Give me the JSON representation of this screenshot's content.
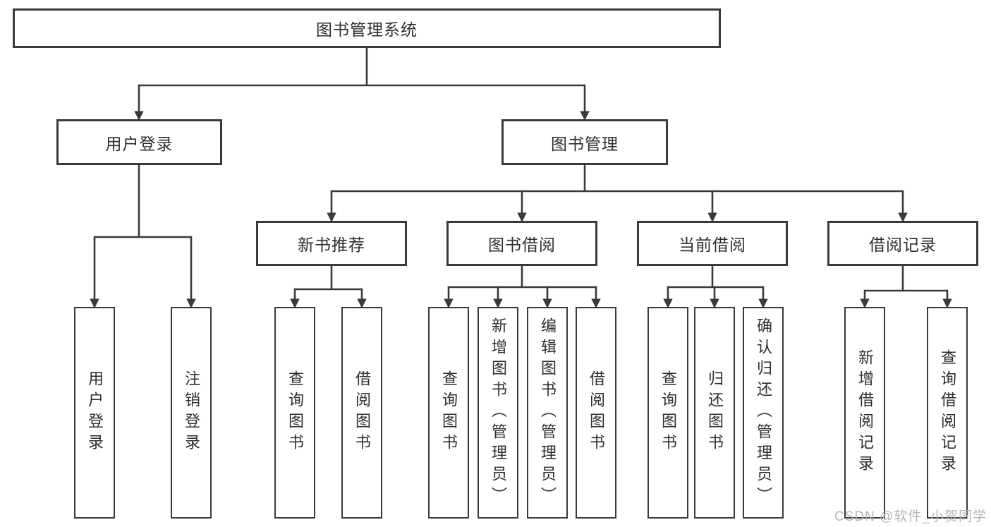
{
  "tree": {
    "label": "图书管理系统",
    "children": [
      {
        "label": "用户登录",
        "children": [
          {
            "label": "用户登录"
          },
          {
            "label": "注销登录"
          }
        ]
      },
      {
        "label": "图书管理",
        "children": [
          {
            "label": "新书推荐",
            "children": [
              {
                "label": "查询图书"
              },
              {
                "label": "借阅图书"
              }
            ]
          },
          {
            "label": "图书借阅",
            "children": [
              {
                "label": "查询图书"
              },
              {
                "label": "新增图书（管理员）"
              },
              {
                "label": "编辑图书（管理员）"
              },
              {
                "label": "借阅图书"
              }
            ]
          },
          {
            "label": "当前借阅",
            "children": [
              {
                "label": "查询图书"
              },
              {
                "label": "归还图书"
              },
              {
                "label": "确认归还（管理员）"
              }
            ]
          },
          {
            "label": "借阅记录",
            "children": [
              {
                "label": "新增借阅记录"
              },
              {
                "label": "查询借阅记录"
              }
            ]
          }
        ]
      }
    ]
  },
  "watermark": "CSDN @软件_小贺同学",
  "colors": {
    "line": "#3a3a3a",
    "box_border": "#3a3a3a",
    "text": "#2e2e2e",
    "watermark": "#b5b5b5",
    "background": "#ffffff"
  }
}
